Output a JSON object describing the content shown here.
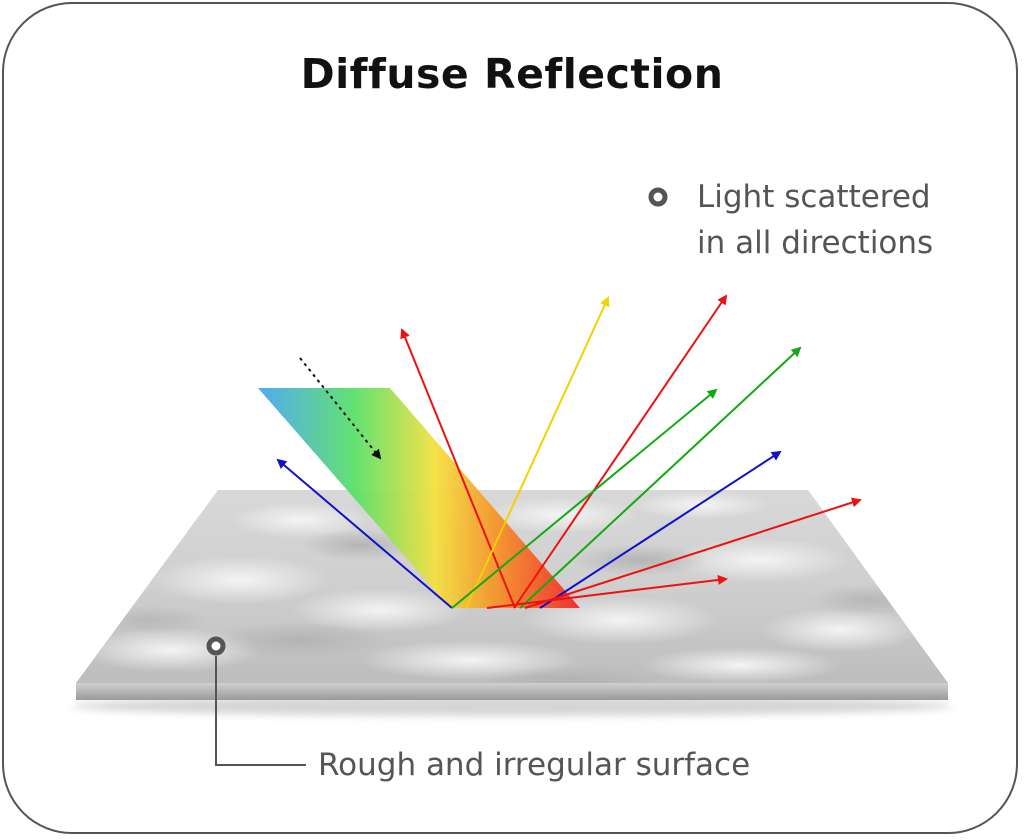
{
  "title": "Diffuse Reflection",
  "labels": {
    "scattered_line1": "Light scattered",
    "scattered_line2": "in all directions",
    "surface": "Rough and irregular surface"
  },
  "colors": {
    "frame": "#555555",
    "red_ray": "#ee1111",
    "green_ray": "#11aa11",
    "blue_ray": "#1111cc",
    "yellow_ray": "#f2d200",
    "label_text": "#555555"
  },
  "icons": [
    "callout-dot-icon",
    "dashed-arrow-icon"
  ]
}
